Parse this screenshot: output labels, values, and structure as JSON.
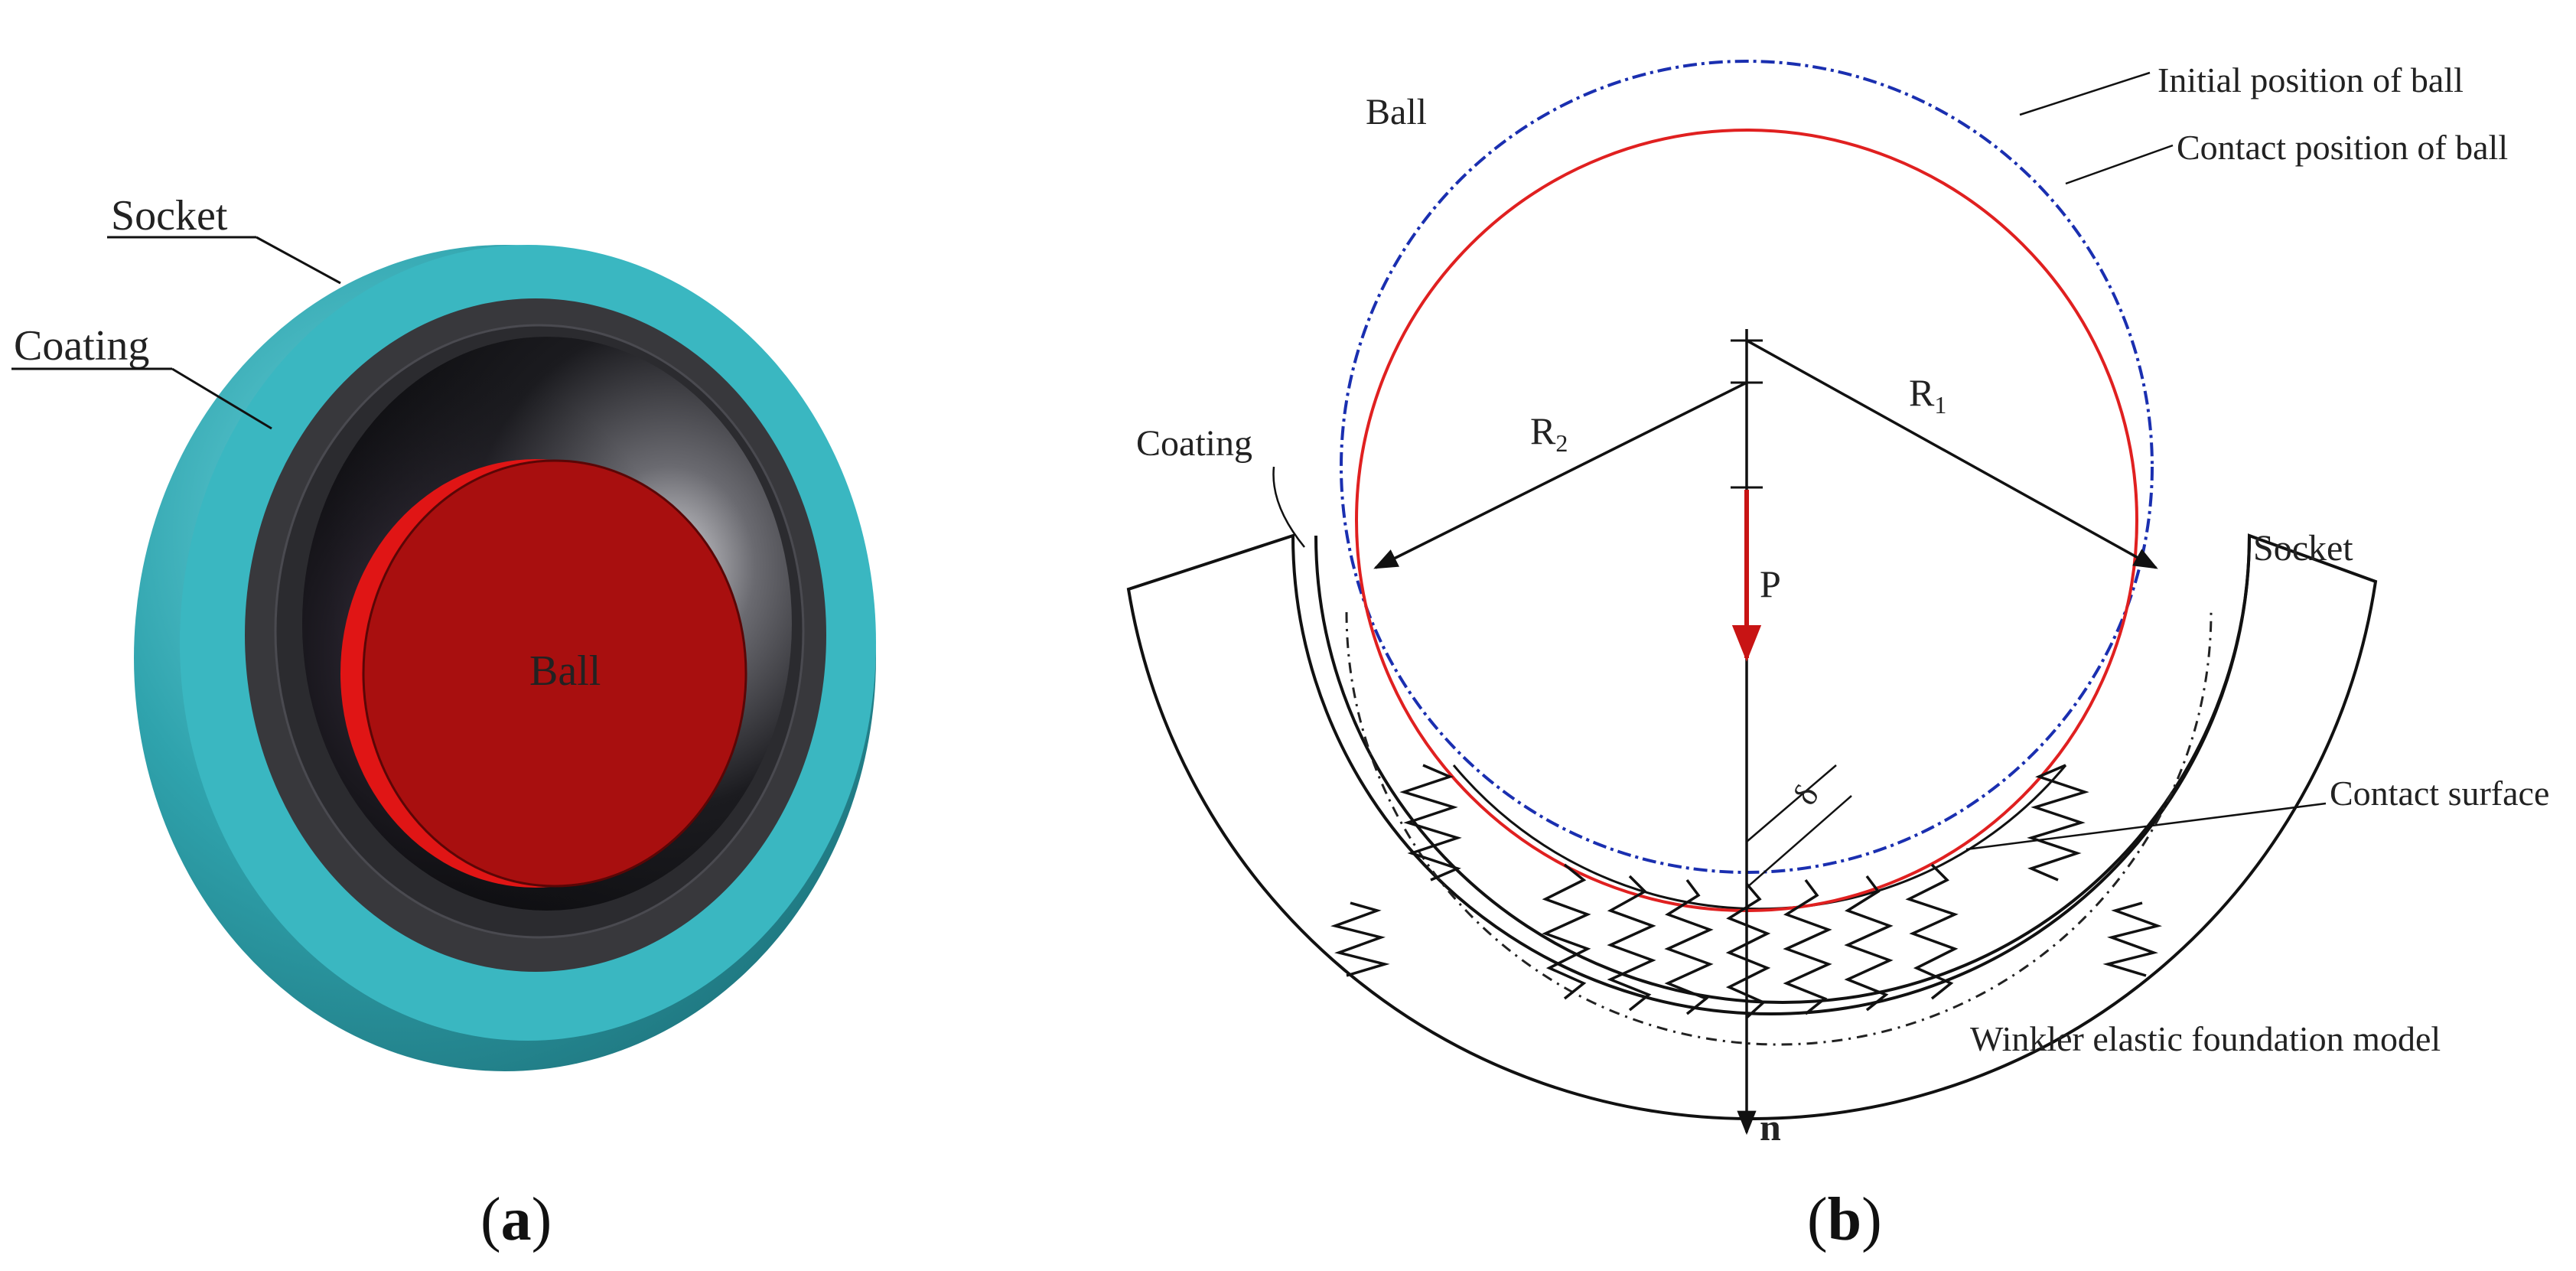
{
  "panel_a": {
    "caption_letter": "a",
    "labels": {
      "socket": "Socket",
      "coating": "Coating",
      "ball": "Ball"
    },
    "colors": {
      "socket": "#2fa3ad",
      "coating": "#38383c",
      "ball": "#a80f0f"
    }
  },
  "panel_b": {
    "caption_letter": "b",
    "labels": {
      "ball": "Ball",
      "initial_position": "Initial position of ball",
      "contact_position": "Contact position of ball",
      "coating": "Coating",
      "socket": "Socket",
      "contact_surface": "Contact surface",
      "winkler": "Winkler elastic foundation model",
      "r1": "R",
      "r1_sub": "1",
      "r2": "R",
      "r2_sub": "2",
      "load": "P",
      "normal": "n",
      "delta": "δ"
    },
    "colors": {
      "initial_circle": "#1a2fb0",
      "contact_circle": "#e02020",
      "load_arrow": "#c81414"
    }
  }
}
